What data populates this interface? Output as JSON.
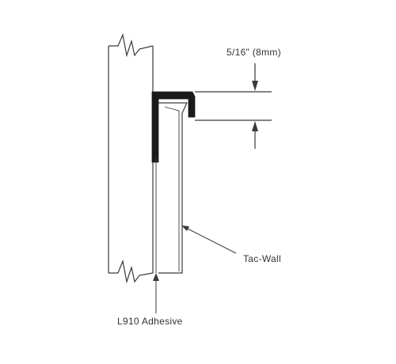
{
  "labels": {
    "dimension": "5/16\" (8mm)",
    "product": "Tac-Wall",
    "adhesive": "L910 Adhesive"
  },
  "colors": {
    "line": "#3a3a3a",
    "channel": "#1a1a1a",
    "background": "#ffffff"
  }
}
